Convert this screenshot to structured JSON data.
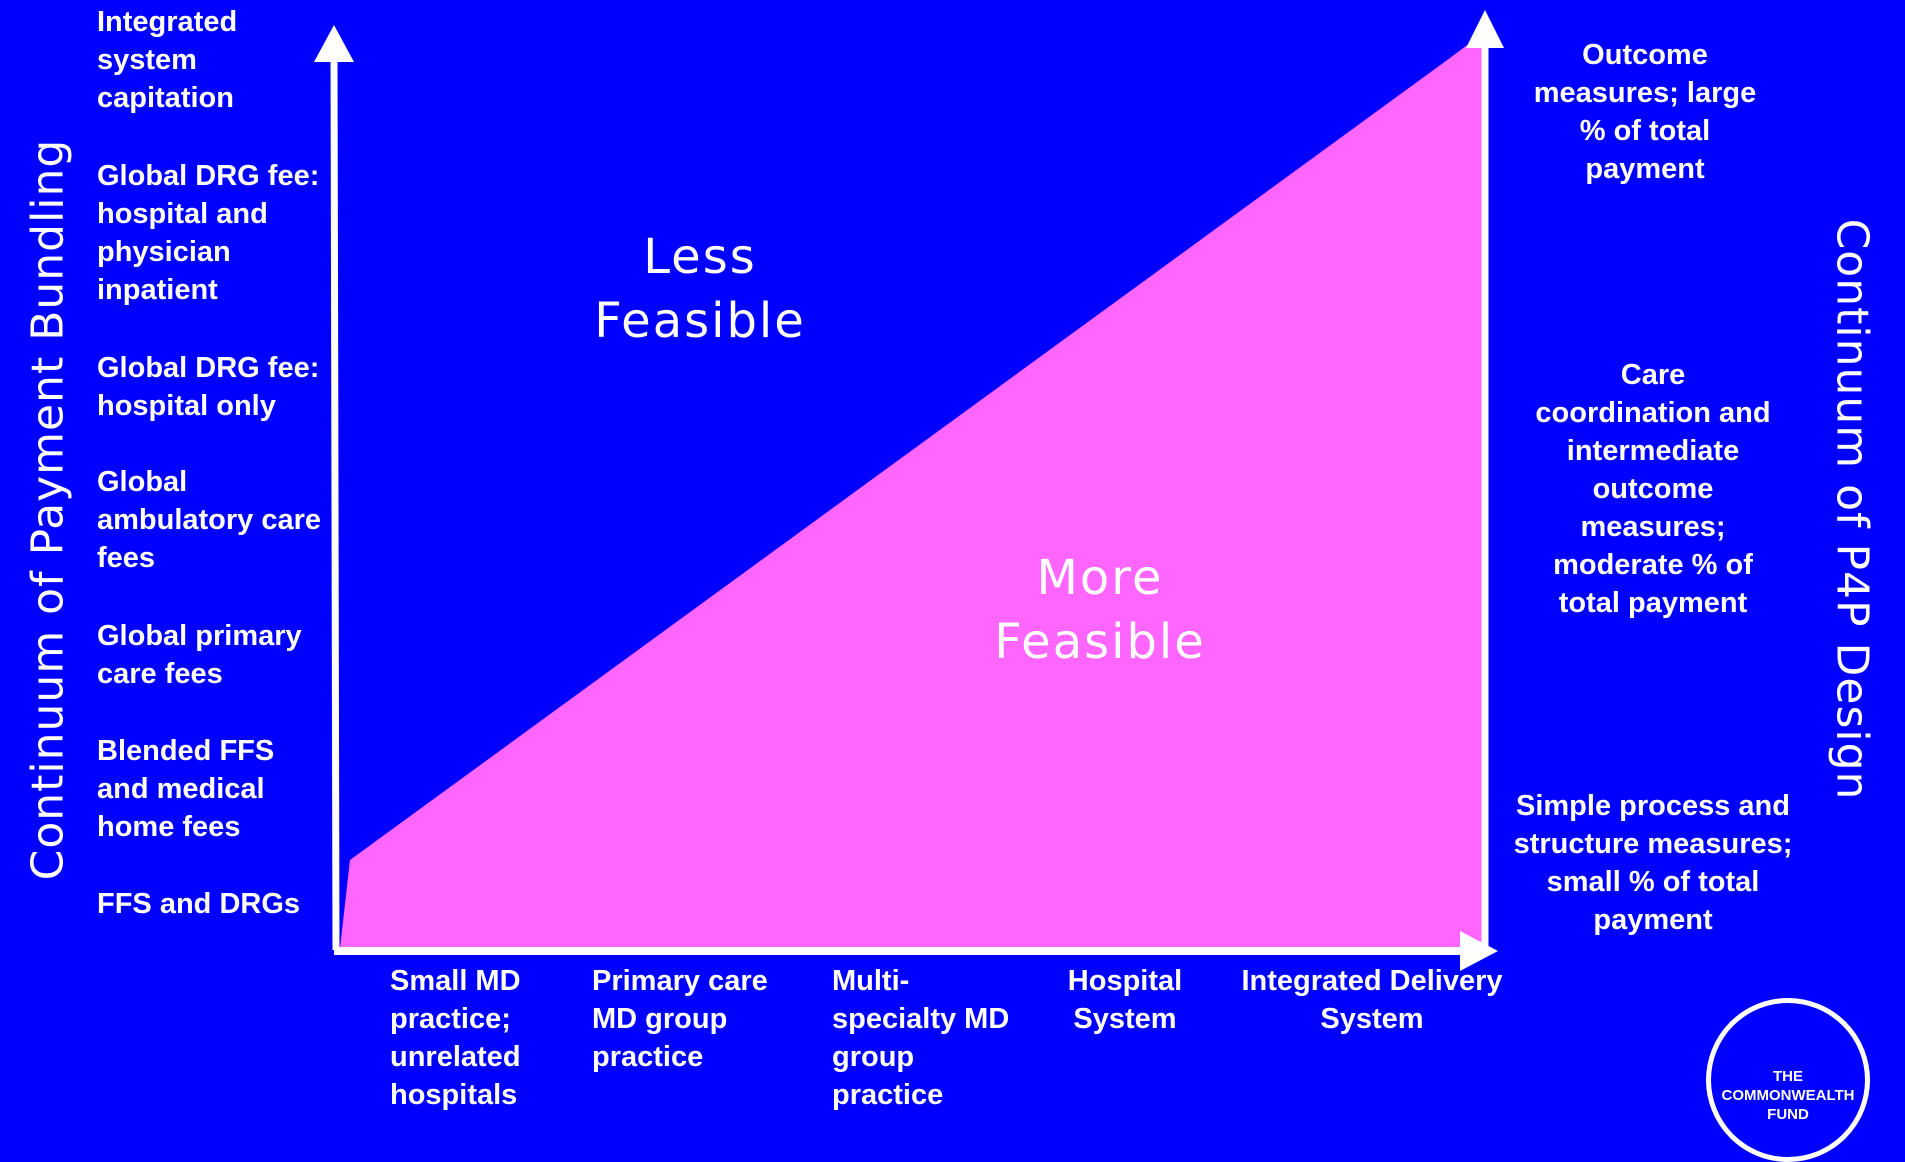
{
  "diagram": {
    "y_axis_title": "Continuum of Payment Bundling",
    "right_axis_title": "Continuum of P4P Design",
    "region_upper": "Less\nFeasible",
    "region_lower": "More\nFeasible",
    "y_levels": [
      "Integrated\nsystem\ncapitation",
      "Global DRG fee:\nhospital and\nphysician\ninpatient",
      "Global DRG fee:\nhospital only",
      "Global\nambulatory care\nfees",
      "Global primary\ncare fees",
      "Blended FFS\nand medical\nhome fees",
      "FFS and DRGs"
    ],
    "x_levels": [
      "Small MD\npractice;\nunrelated\nhospitals",
      "Primary care\nMD group\npractice",
      "Multi-\nspecialty MD\ngroup\npractice",
      "Hospital\nSystem",
      "Integrated Delivery\nSystem"
    ],
    "p4p_levels": [
      "Outcome\nmeasures; large\n% of total\npayment",
      "Care\ncoordination and\nintermediate\noutcome\nmeasures;\nmoderate % of\ntotal payment",
      "Simple process and\nstructure measures;\nsmall % of total\npayment"
    ],
    "colors": {
      "background": "#0000ff",
      "feasible_area": "#ff66ff",
      "axes": "#ffffff"
    }
  },
  "logo": {
    "text": "THE\nCOMMONWEALTH\nFUND"
  }
}
